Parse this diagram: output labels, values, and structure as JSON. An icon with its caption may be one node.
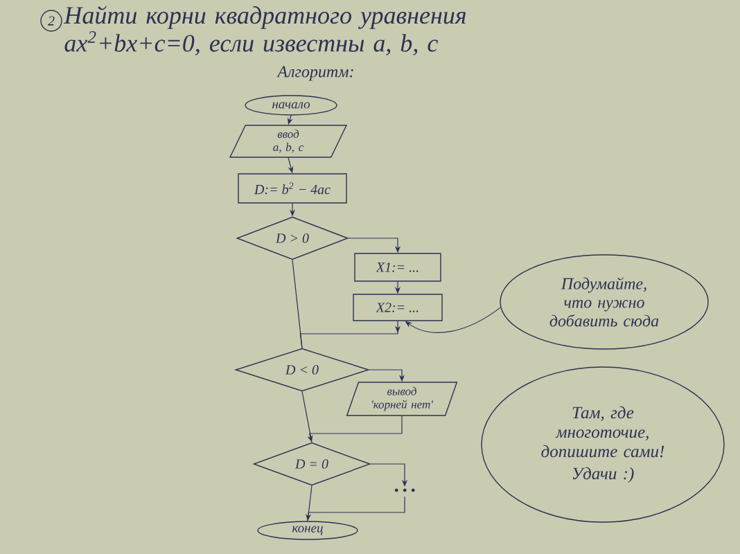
{
  "diagram": {
    "title": "Найти корни квадратного уравнения ax$^{2}$+bx+c=0, если известны a, b, c",
    "nodes": [
      {
        "text": [
          "2"
        ]
      },
      {
        "text": [
          "начало"
        ]
      },
      {
        "text": [
          "ввод a, b, c"
        ]
      },
      {
        "text": [
          "D:= b$^{2}$ − 4ac"
        ]
      },
      {
        "text": [
          "D > 0"
        ]
      },
      {
        "text": [
          "X1:= ..."
        ]
      },
      {
        "text": [
          "X2:= ..."
        ]
      },
      {
        "text": [
          "Подумайте, что нужно добавить сюда"
        ]
      },
      {
        "text": [
          "D < 0"
        ]
      },
      {
        "text": [
          "вывод 'корней нет'"
        ]
      },
      {
        "text": [
          "Там, где многоточие, допишите сами!",
          "Удачи :)"
        ]
      },
      {
        "text": [
          "D = 0"
        ]
      },
      {
        "text": [
          "• • •"
        ]
      },
      {
        "text": [
          "конец"
        ]
      }
    ],
    "edges": [
      {
        "from": 1,
        "to": 2,
        "arrow": "to"
      },
      {
        "from": 2,
        "to": 3,
        "arrow": "to"
      },
      {
        "from": 3,
        "to": 4,
        "arrow": "to"
      },
      {
        "from": 4,
        "to": 5,
        "arrow": "to"
      },
      {
        "from": 5,
        "to": 6,
        "arrow": "to"
      },
      {
        "from": 4,
        "to": 8,
        "arrow": "none"
      },
      {
        "from": 6,
        "to": 8,
        "arrow": "to"
      },
      {
        "from": 7,
        "to": 6,
        "arrow": "to"
      },
      {
        "from": 8,
        "to": 9,
        "arrow": "to"
      },
      {
        "from": 8,
        "to": 11,
        "arrow": "none"
      },
      {
        "from": 9,
        "to": 11,
        "arrow": "to"
      },
      {
        "from": 11,
        "to": 12,
        "arrow": "to"
      },
      {
        "from": 11,
        "to": 13,
        "arrow": "none"
      },
      {
        "from": 12,
        "to": 13,
        "arrow": "to"
      }
    ],
    "labels": [
      "Алгоритм:"
    ]
  }
}
